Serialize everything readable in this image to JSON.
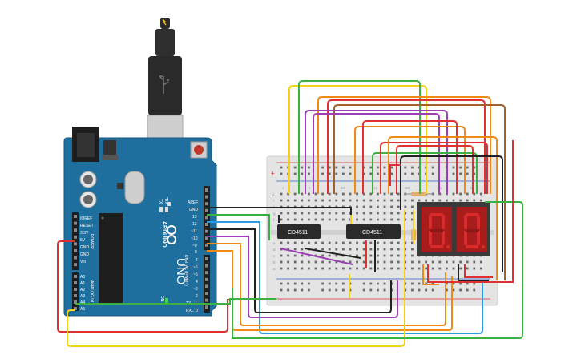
{
  "board": {
    "brand": "ARDUINO",
    "model": "UNO",
    "header_left_labels": [
      "IOREF",
      "RESET",
      "3.3V",
      "5V",
      "GND",
      "GND",
      "Vin"
    ],
    "header_left_title": "POWER",
    "analog_labels": [
      "A0",
      "A1",
      "A2",
      "A3",
      "A4",
      "A5"
    ],
    "analog_title": "ANALOG IN",
    "digital_labels": [
      "AREF",
      "GND",
      "13",
      "12",
      "~11",
      "~10",
      "~9",
      "8"
    ],
    "digital_low_labels": [
      "7",
      "~6",
      "~5",
      "4",
      "~3",
      "2",
      "TX→1",
      "RX←0"
    ],
    "digital_title": "DIGITAL (PWM~)",
    "tx_label": "TX",
    "rx_label": "RX",
    "led_label": "L",
    "on_label": "ON"
  },
  "breadboard": {
    "col_numbers": [
      "1",
      "5",
      "10",
      "15",
      "20",
      "25",
      "30"
    ],
    "row_letters_top": [
      "j",
      "i",
      "h",
      "g",
      "f"
    ],
    "row_letters_bottom": [
      "e",
      "d",
      "c",
      "b",
      "a"
    ],
    "rail_plus": "+",
    "rail_minus": "-"
  },
  "chips": [
    {
      "label": "CD4511"
    },
    {
      "label": "CD4511"
    }
  ],
  "display": {
    "digits": 2
  },
  "colors": {
    "board": "#1f6f9e",
    "breadboard": "#e6e6e6",
    "chip": "#2a2a2a",
    "segment_on": "#d92b2b",
    "segment_bg": "#a81c1c",
    "wire_red": "#e03030",
    "wire_green": "#3cb043",
    "wire_yellow": "#f5d21a",
    "wire_orange": "#f08a17",
    "wire_purple": "#9b3fb5",
    "wire_brown": "#a0612a",
    "wire_black": "#222222",
    "wire_blue": "#2a9de0"
  }
}
